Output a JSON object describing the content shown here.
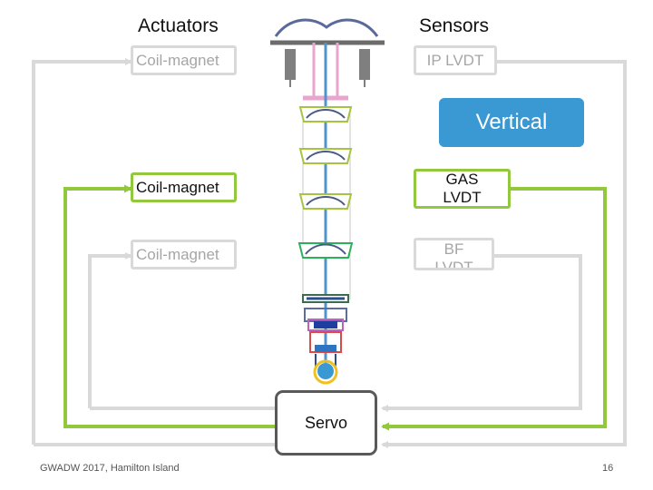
{
  "headers": {
    "actuators": "Actuators",
    "sensors": "Sensors"
  },
  "actuators": {
    "ip": "Coil-magnet",
    "gas": "Coil-magnet",
    "bf": "Coil-magnet"
  },
  "sensors": {
    "ip": "IP LVDT",
    "gas_line1": "GAS",
    "gas_line2": "LVDT",
    "bf_line1": "BF",
    "bf_line2": "LVDT"
  },
  "badge": "Vertical",
  "servo": "Servo",
  "footer": {
    "left": "GWADW 2017, Hamilton Island",
    "page": "16"
  },
  "colors": {
    "grey_loop": "#d9d9d9",
    "green_loop": "#92c83e",
    "badge": "#3a98d2",
    "servo_border": "#595959",
    "rod_blue": "#4f94cd",
    "rod_pink": "#e8a6cf",
    "filter_navy": "#4a5a8a",
    "filter_green": "#2db05a"
  },
  "icons": [
    "arrow-right-icon",
    "arrow-left-icon",
    "pendulum-chain-icon"
  ]
}
